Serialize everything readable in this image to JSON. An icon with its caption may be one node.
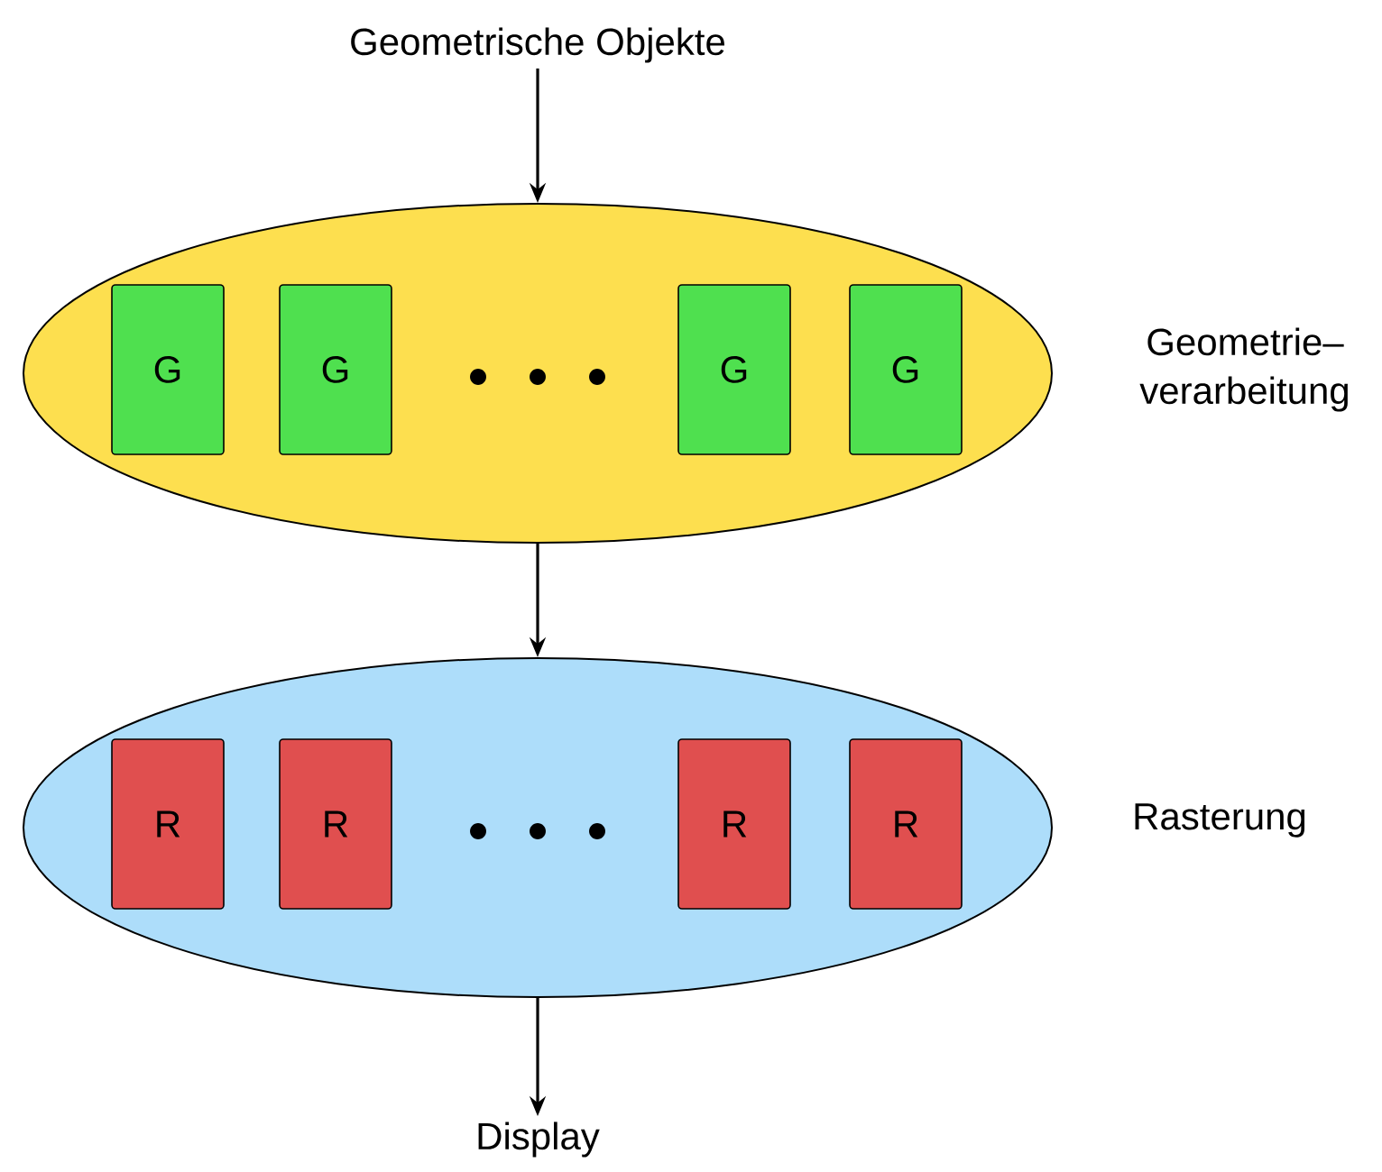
{
  "diagram": {
    "nodes": [
      {
        "text": [
          "Geometrische Objekte"
        ]
      },
      {
        "text": [],
        "shape": "ellipse",
        "beside": [
          "Geometrie– verarbeitung"
        ]
      },
      {
        "text": [
          "G"
        ],
        "in": 1
      },
      {
        "text": [
          "G"
        ],
        "in": 1
      },
      {
        "text": [
          "G"
        ],
        "in": 1
      },
      {
        "text": [
          "G"
        ],
        "in": 1
      },
      {
        "text": [],
        "shape": "ellipse",
        "beside": [
          "Rasterung"
        ]
      },
      {
        "text": [
          "R"
        ],
        "in": 6
      },
      {
        "text": [
          "R"
        ],
        "in": 6
      },
      {
        "text": [
          "R"
        ],
        "in": 6
      },
      {
        "text": [
          "R"
        ],
        "in": 6
      },
      {
        "text": [
          "Display"
        ]
      }
    ],
    "edges": [
      {
        "from": 0,
        "to": 1,
        "arrow": "to"
      },
      {
        "from": 1,
        "to": 6,
        "arrow": "to"
      },
      {
        "from": 6,
        "to": 11,
        "arrow": "to"
      }
    ]
  }
}
